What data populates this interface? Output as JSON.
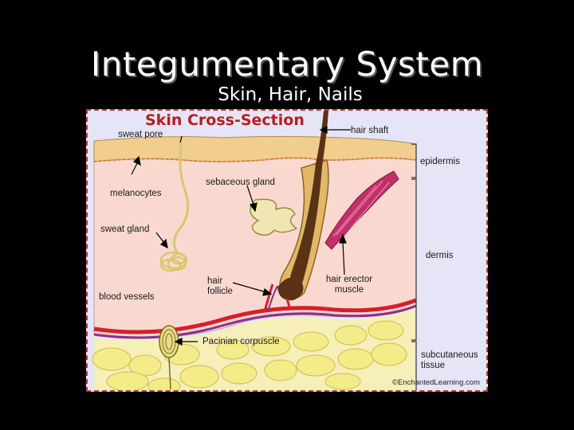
{
  "slide": {
    "title": "Integumentary System",
    "subtitle": "Skin, Hair, Nails"
  },
  "diagram": {
    "title": "Skin Cross-Section",
    "credit": "©EnchantedLearning.com",
    "labels": {
      "sweat_pore": "sweat pore",
      "hair_shaft": "hair shaft",
      "epidermis": "epidermis",
      "sebaceous_gland": "sebaceous gland",
      "melanocytes": "melanocytes",
      "sweat_gland": "sweat gland",
      "dermis": "dermis",
      "hair_follicle": "hair follicle",
      "hair_erector_muscle": "hair erector muscle",
      "blood_vessels": "blood vessels",
      "pacinian_corpuscle": "Pacinian corpuscle",
      "subcutaneous_tissue": "subcutaneous tissue"
    },
    "colors": {
      "epidermis": "#f2ce8e",
      "dermis": "#f9d9cf",
      "fat": "#f4ec88",
      "hair": "#5a3316",
      "muscle": "#c2306a",
      "vessel_red": "#d4202b",
      "vessel_purple": "#8a2f8f",
      "gland": "#efe6b4"
    }
  }
}
